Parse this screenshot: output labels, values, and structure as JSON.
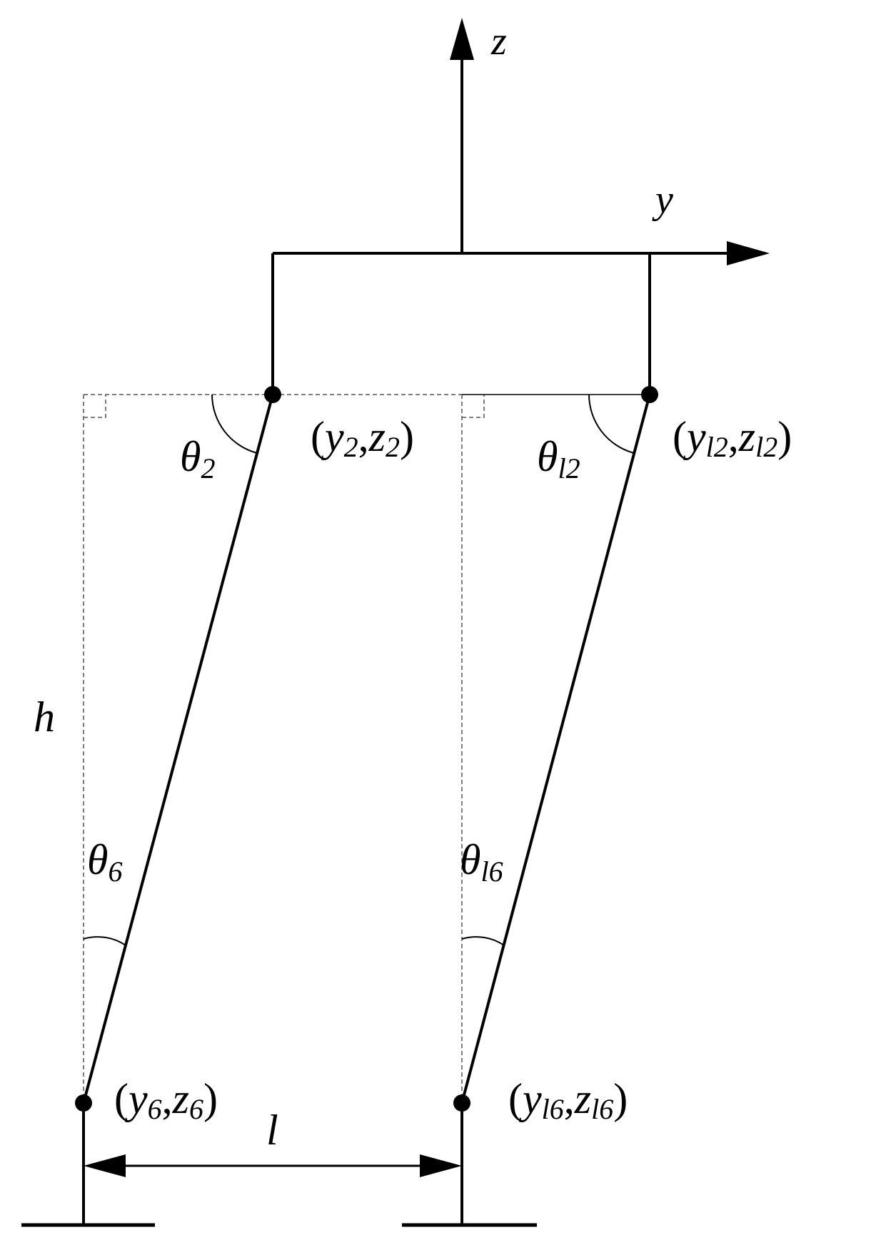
{
  "axes": {
    "z": "z",
    "y": "y"
  },
  "dimensions": {
    "height": "h",
    "spacing": "l"
  },
  "angles": {
    "theta2": {
      "symbol": "θ",
      "sub": "2"
    },
    "theta_l2": {
      "symbol": "θ",
      "sub": "l2"
    },
    "theta6": {
      "symbol": "θ",
      "sub": "6"
    },
    "theta_l6": {
      "symbol": "θ",
      "sub": "l6"
    }
  },
  "points": {
    "p2": {
      "open": "(",
      "y": "y",
      "ys": "2",
      "comma": ",",
      "z": "z",
      "zs": "2",
      "close": ")"
    },
    "pl2": {
      "open": "(",
      "y": "y",
      "ys": "l2",
      "comma": ",",
      "z": "z",
      "zs": "l2",
      "close": ")"
    },
    "p6": {
      "open": "(",
      "y": "y",
      "ys": "6",
      "comma": ",",
      "z": "z",
      "zs": "6",
      "close": ")"
    },
    "pl6": {
      "open": "(",
      "y": "y",
      "ys": "l6",
      "comma": ",",
      "z": "z",
      "zs": "l6",
      "close": ")"
    }
  },
  "colors": {
    "line": "#000000",
    "dashed": "#555555"
  }
}
